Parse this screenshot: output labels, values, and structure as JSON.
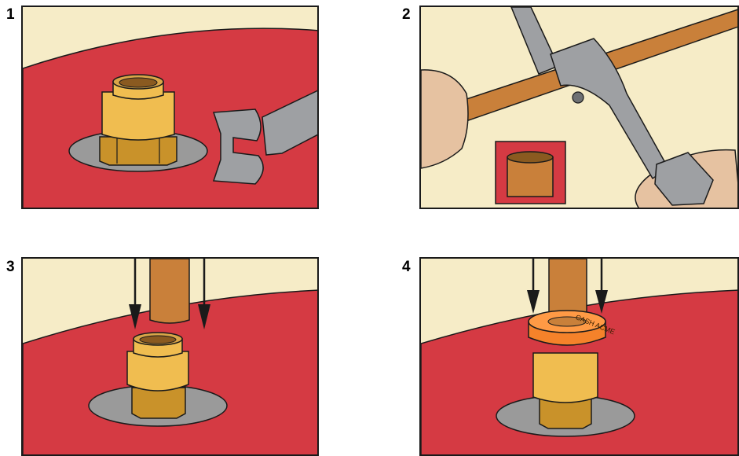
{
  "steps": [
    {
      "number": "1"
    },
    {
      "number": "2"
    },
    {
      "number": "3"
    },
    {
      "number": "4"
    }
  ],
  "fitting_stamp": "CASH ACME",
  "colors": {
    "background": "#f6ecc7",
    "surface_red": "#d53a43",
    "brass": "#f0bd50",
    "brass_dark": "#c9922a",
    "copper": "#c9803a",
    "plate_gray": "#9a9a9a",
    "orange_ring": "#f5822a",
    "steel": "#9ea0a3"
  }
}
